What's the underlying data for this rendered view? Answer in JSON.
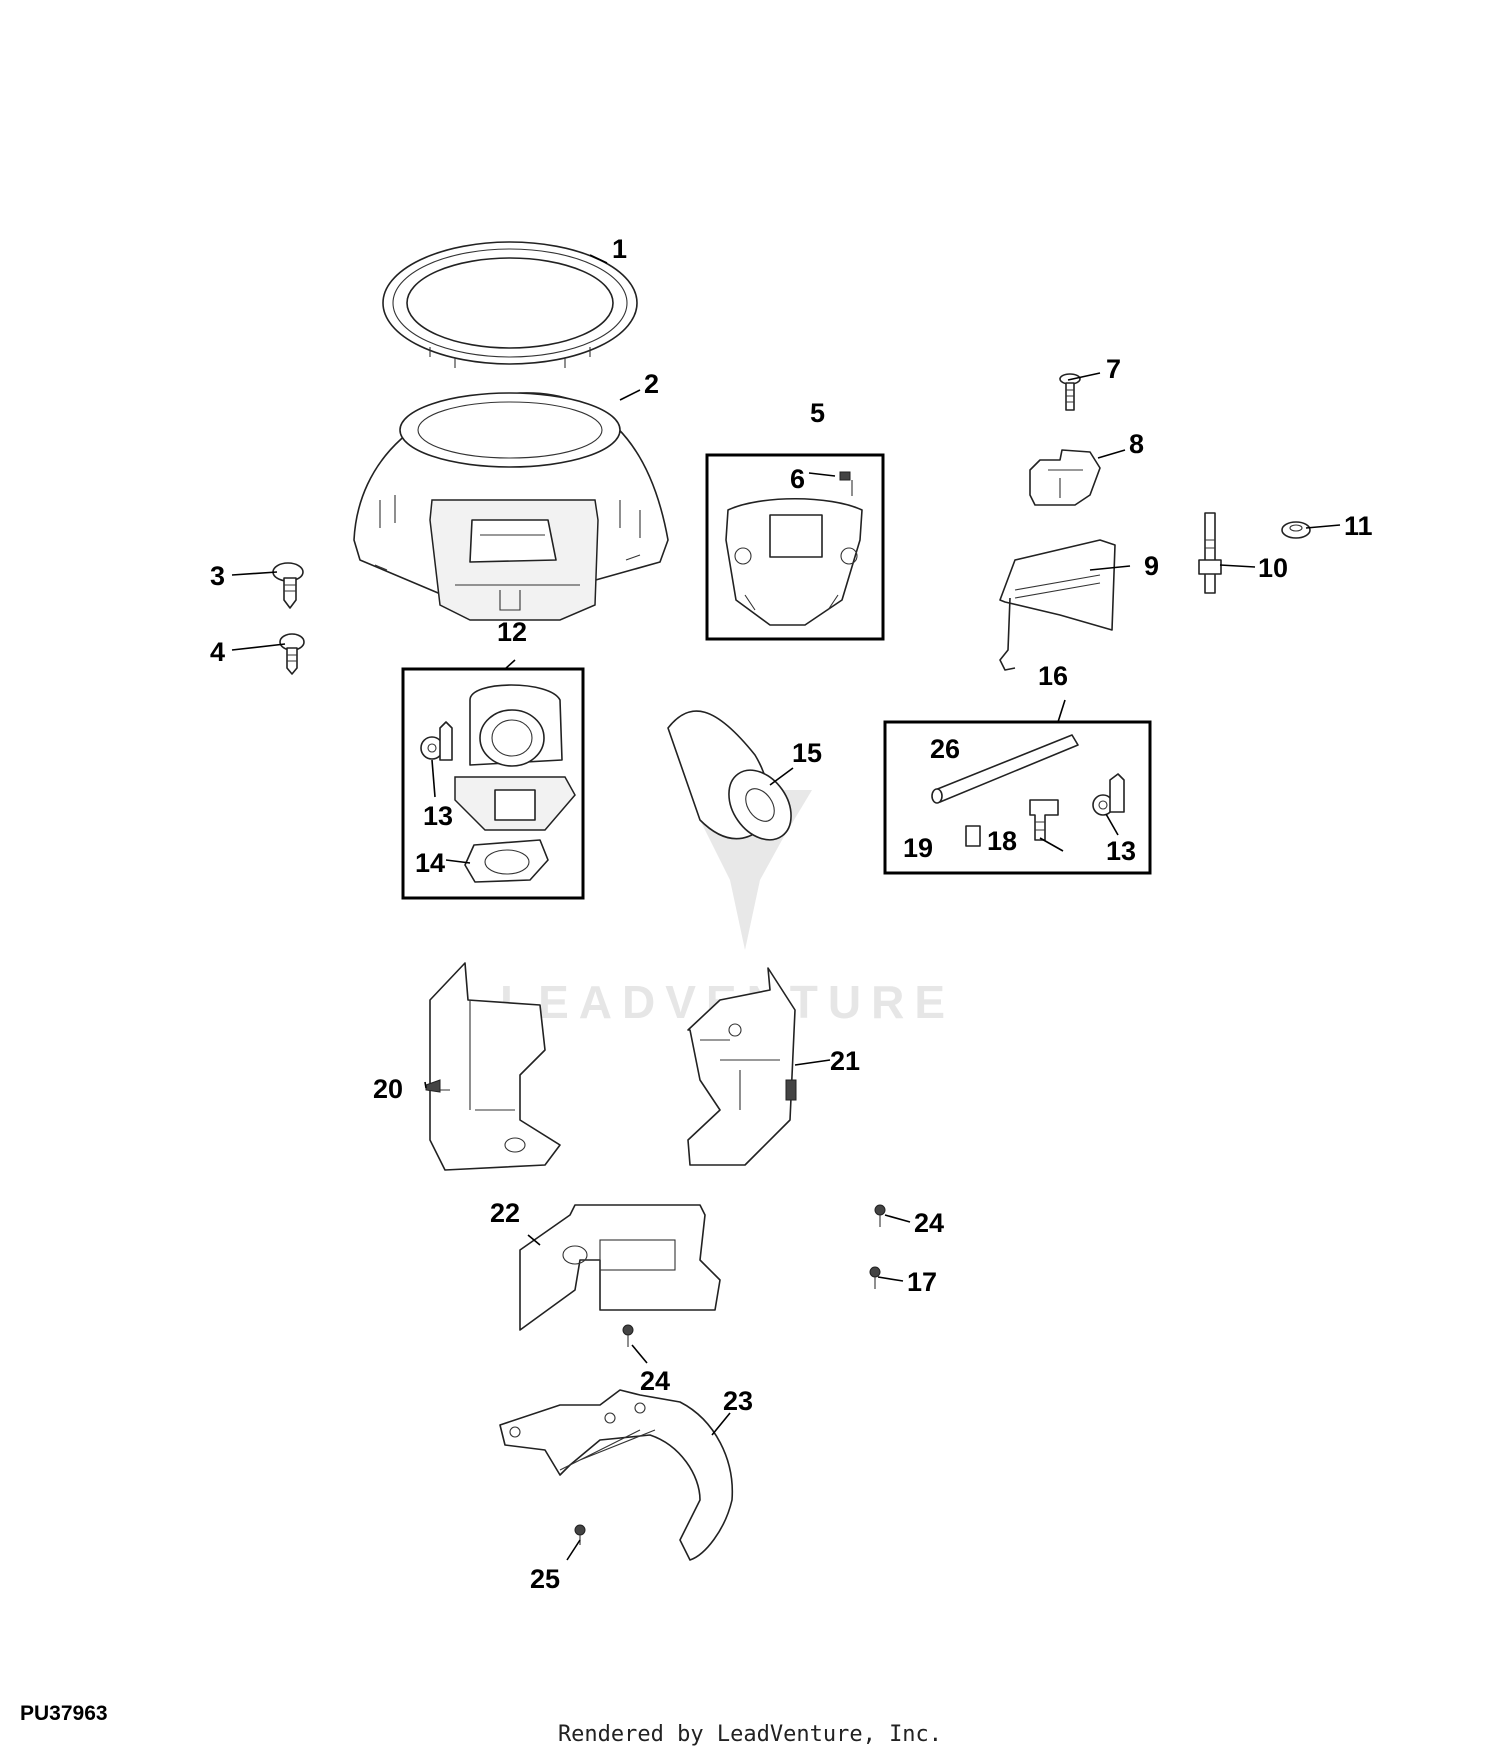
{
  "diagram": {
    "callouts": [
      "1",
      "2",
      "3",
      "4",
      "5",
      "6",
      "7",
      "8",
      "9",
      "10",
      "11",
      "12",
      "13",
      "14",
      "15",
      "16",
      "26",
      "19",
      "18",
      "13",
      "20",
      "21",
      "22",
      "24",
      "17",
      "24",
      "23",
      "25"
    ],
    "watermark": "LEADVENTURE",
    "figure_id": "PU37963",
    "credit": "Rendered by LeadVenture, Inc."
  }
}
